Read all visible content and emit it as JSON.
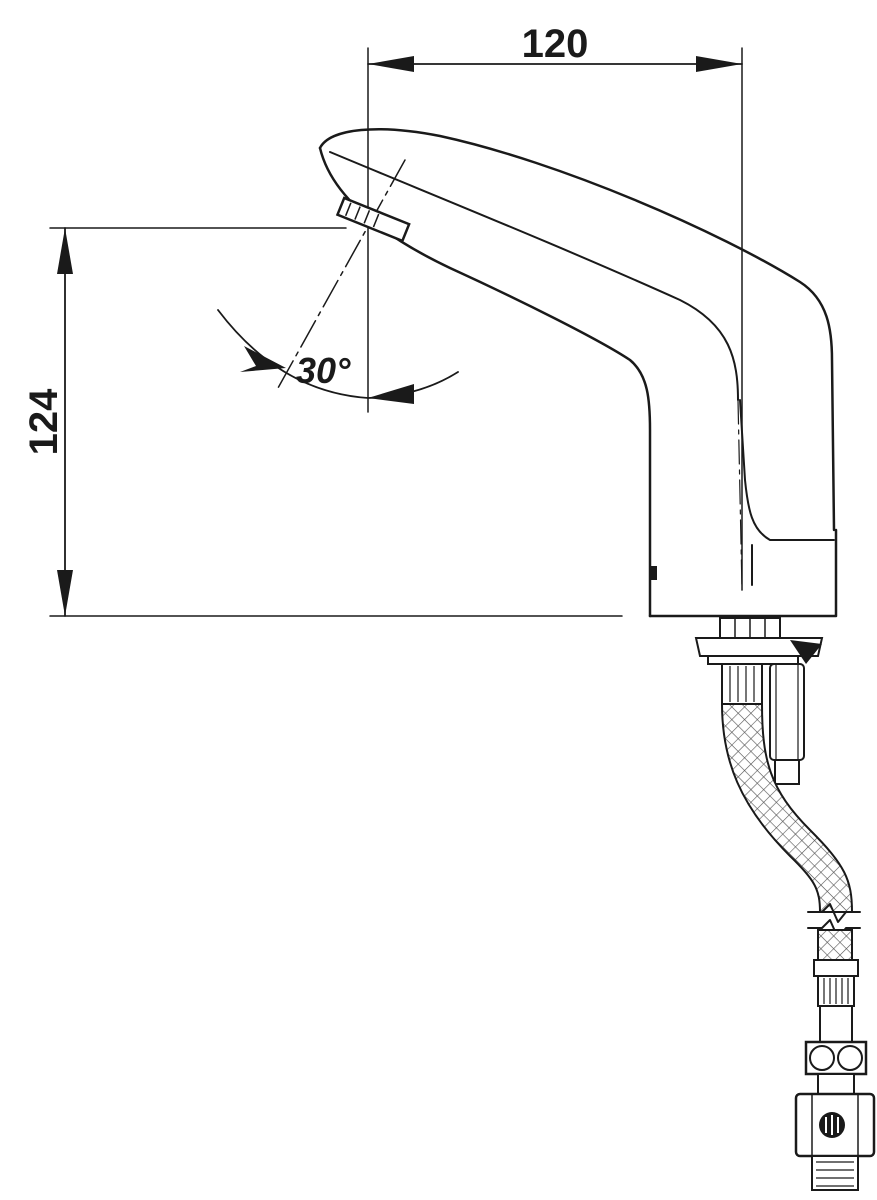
{
  "dimensions": {
    "width_label": "120",
    "height_label": "124",
    "angle_label": "30°"
  },
  "colors": {
    "line": "#1a1a1a",
    "hatch": "#555555",
    "background": "#ffffff"
  }
}
